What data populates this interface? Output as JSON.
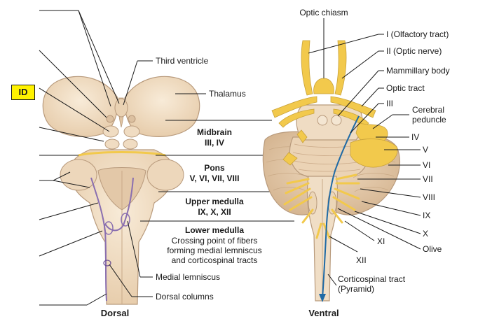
{
  "tag": "ID",
  "dorsal": {
    "title": "Dorsal",
    "third_ventricle": "Third ventricle",
    "thalamus": "Thalamus",
    "medial_lemniscus": "Medial lemniscus",
    "dorsal_columns": "Dorsal columns"
  },
  "center": {
    "midbrain_title": "Midbrain",
    "midbrain_nerves": "III, IV",
    "pons_title": "Pons",
    "pons_nerves": "V, VI, VII, VIII",
    "upper_medulla_title": "Upper medulla",
    "upper_medulla_nerves": "IX, X, XII",
    "lower_medulla_title": "Lower medulla",
    "lower_medulla_line1": "Crossing point of fibers",
    "lower_medulla_line2": "forming medial lemniscus",
    "lower_medulla_line3": "and corticospinal tracts"
  },
  "ventral": {
    "title": "Ventral",
    "optic_chiasm": "Optic chiasm",
    "olfactory_tract": "I (Olfactory tract)",
    "optic_nerve": "II (Optic nerve)",
    "mammillary_body": "Mammillary body",
    "optic_tract": "Optic tract",
    "n3": "III",
    "cerebral_peduncle_1": "Cerebral",
    "cerebral_peduncle_2": "peduncle",
    "n4": "IV",
    "n5": "V",
    "n6": "VI",
    "n7": "VII",
    "n8": "VIII",
    "n9": "IX",
    "n10": "X",
    "olive": "Olive",
    "n11": "XI",
    "n12": "XII",
    "corticospinal_1": "Corticospinal tract",
    "corticospinal_2": "(Pyramid)"
  },
  "colors": {
    "brain_fill": "#f3e2cc",
    "brain_stroke": "#b89a7c",
    "nerve": "#f2c94c",
    "tract_purple": "#8a6fb0",
    "tract_blue": "#1f6aa5",
    "tag_bg": "#fff200"
  }
}
